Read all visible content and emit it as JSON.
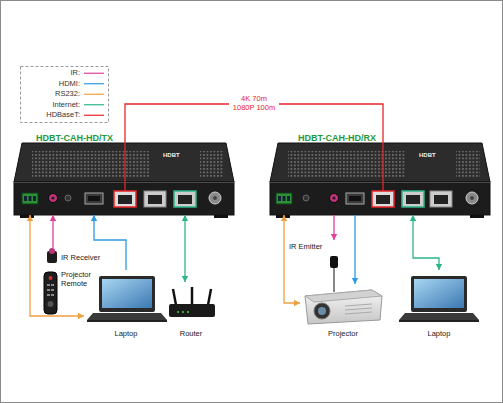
{
  "diagram": {
    "nodes": [
      {
        "text": [
          "HDBT-CAH-HD/TX"
        ]
      },
      {
        "text": [
          "HDBT-CAH-HD/RX"
        ]
      },
      {
        "text": [
          "IR Receiver"
        ]
      },
      {
        "text": [
          "Laptop"
        ]
      },
      {
        "text": [
          "Router"
        ]
      },
      {
        "text": [
          "IR Emitter"
        ]
      },
      {
        "text": [
          "Projector"
        ]
      },
      {
        "text": [
          "Laptop"
        ]
      }
    ],
    "edges": [
      {
        "from": 0,
        "to": 1,
        "arrow": "none",
        "label": "4K 70m 1080P 100m"
      },
      {
        "from": 2,
        "to": 0,
        "arrow": "to"
      },
      {
        "from": 3,
        "to": 0,
        "arrow": "to"
      },
      {
        "from": 0,
        "to": 3,
        "arrow": "both"
      },
      {
        "from": 4,
        "to": 0,
        "arrow": "both"
      },
      {
        "from": 1,
        "to": 5,
        "arrow": "to"
      },
      {
        "from": 1,
        "to": 6,
        "arrow": "to"
      },
      {
        "from": 1,
        "to": 6,
        "arrow": "both"
      },
      {
        "from": 1,
        "to": 7,
        "arrow": "both"
      }
    ],
    "labels": [
      "HDBT",
      "HDBT",
      "Projector Remote"
    ],
    "legend": [
      {
        "text": "IR:"
      },
      {
        "text": "HDMI:"
      },
      {
        "text": "RS232:"
      },
      {
        "text": "Internet:"
      },
      {
        "text": "HDBaseT:"
      }
    ]
  }
}
